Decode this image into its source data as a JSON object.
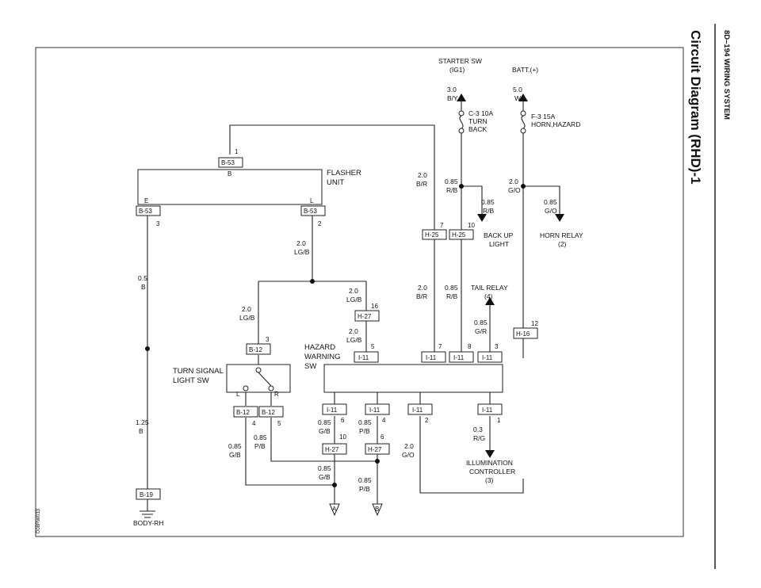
{
  "header": {
    "page": "8D–194   WIRING SYSTEM",
    "title": "Circuit Diagram (RHD)-1"
  },
  "figure_code": "D08RW033",
  "sources": {
    "starter": {
      "name": "STARTER SW",
      "sub": "(IG1)",
      "size": "3.0",
      "color": "B/Y"
    },
    "batt": {
      "name": "BATT.(+)",
      "size": "5.0",
      "color": "W"
    }
  },
  "fuses": {
    "c3": {
      "l1": "C-3 10A",
      "l2": "TURN",
      "l3": "BACK"
    },
    "f3": {
      "l1": "F-3 15A",
      "l2": "HORN,HAZARD"
    }
  },
  "components": {
    "flasher": {
      "l1": "FLASHER",
      "l2": "UNIT"
    },
    "turn_signal_sw": {
      "l1": "TURN SIGNAL",
      "l2": "LIGHT SW"
    },
    "hazard_sw": {
      "l1": "HAZARD",
      "l2": "WARNING",
      "l3": "SW"
    },
    "back_up_light": {
      "l1": "BACK UP",
      "l2": "LIGHT"
    },
    "horn_relay": {
      "l1": "HORN RELAY",
      "l2": "(2)"
    },
    "tail_relay": {
      "l1": "TAIL RELAY",
      "l2": "(4)"
    },
    "illum": {
      "l1": "ILLUMINATION",
      "l2": "CONTROLLER",
      "l3": "(3)"
    },
    "ground": {
      "name": "BODY-RH"
    }
  },
  "connectors": {
    "b53_top": "B-53",
    "b53_left": "B-53",
    "b53_right": "B-53",
    "h25_a": "H-25",
    "h25_b": "H-25",
    "h27_top": "H-27",
    "h16": "H-16",
    "b12_top": "B-12",
    "b12_l": "B-12",
    "b12_r": "B-12",
    "i11_5": "I-11",
    "i11_7": "I-11",
    "i11_8": "I-11",
    "i11_3": "I-11",
    "i11_6": "I-11",
    "i11_4": "I-11",
    "i11_2": "I-11",
    "i11_1": "I-11",
    "h27_10": "H-27",
    "h27_6": "H-27",
    "b19": "B-19"
  },
  "pins": {
    "b53_1": "1",
    "flasher_b": "B",
    "flasher_e": "E",
    "flasher_l": "L",
    "b53_3": "3",
    "b53_2": "2",
    "h25_7": "7",
    "h25_10": "10",
    "h27_16": "16",
    "h16_12": "12",
    "b12_3": "3",
    "i11_5": "5",
    "i11_7": "7",
    "i11_8": "8",
    "i11_3": "3",
    "i11_6": "6",
    "i11_4": "4",
    "i11_2": "2",
    "i11_1": "1",
    "b12_4": "4",
    "b12_5": "5",
    "sw_l": "L",
    "sw_r": "R",
    "h27_10": "10",
    "h27_6": "6"
  },
  "wires": {
    "w_2_0": "2.0",
    "w_b_r": "B/R",
    "w_0_85": "0.85",
    "w_r_b": "R/B",
    "w_g_o": "G/O",
    "w_lg_b": "LG/B",
    "w_0_5": "0.5",
    "w_b": "B",
    "w_g_r": "G/R",
    "w_0_3": "0.3",
    "w_r_g": "R/G",
    "w_g_b": "G/B",
    "w_p_b": "P/B",
    "w_1_25": "1.25"
  },
  "terminals": {
    "a": "A",
    "b": "B"
  }
}
